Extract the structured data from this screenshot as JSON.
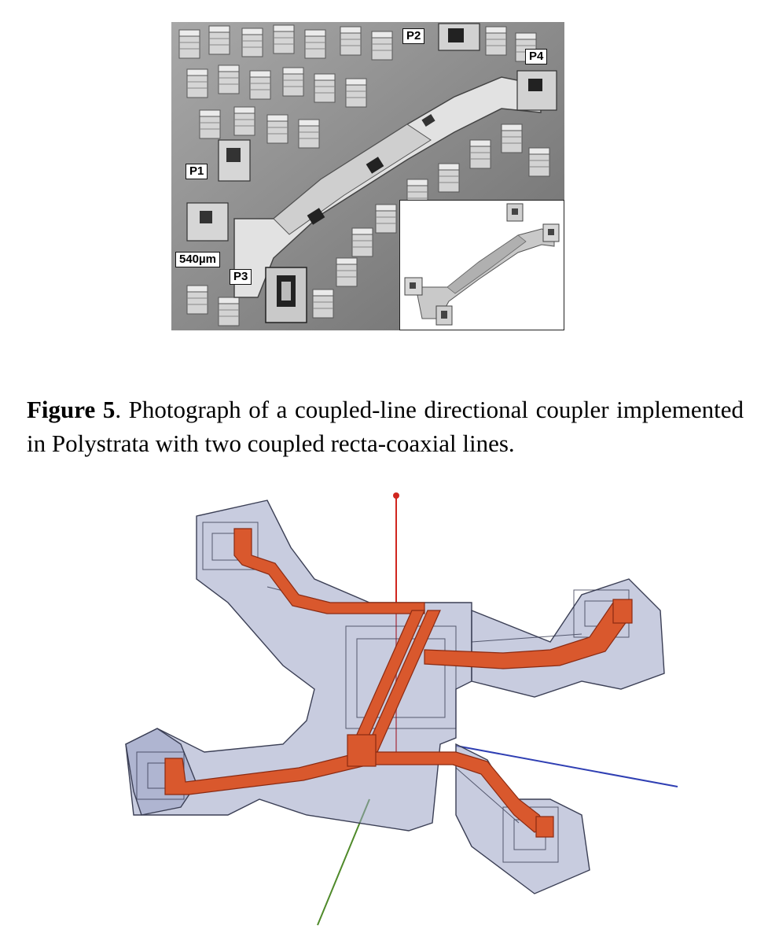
{
  "photo": {
    "port_labels": {
      "p1": "P1",
      "p2": "P2",
      "p3": "P3",
      "p4": "P4"
    },
    "scale_label": "540µm"
  },
  "caption": {
    "figure_label": "Figure 5",
    "text": ". Photograph of a coupled-line directional coupler implemented in Polystrata with two coupled recta-coaxial lines."
  },
  "colors": {
    "photo_background": "#8f8f8f",
    "metal_block": "#d9d9d9",
    "shield_fill": "#9aa3c4",
    "center_conductor": "#d9582d",
    "axis_red": "#d0261f",
    "axis_blue": "#2f3fb3",
    "axis_green": "#4f8a2a"
  }
}
